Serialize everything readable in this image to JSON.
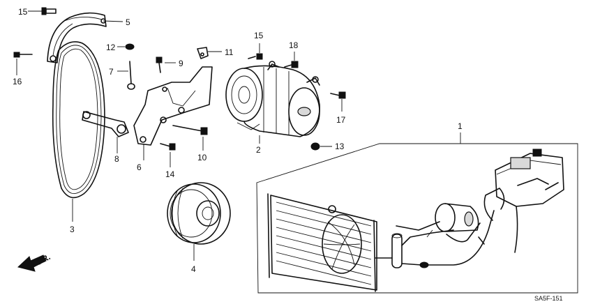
{
  "callouts": {
    "c1": "1",
    "c2": "2",
    "c3": "3",
    "c4": "4",
    "c5": "5",
    "c6": "6",
    "c7": "7",
    "c8": "8",
    "c9": "9",
    "c10": "10",
    "c11": "11",
    "c12": "12",
    "c13": "13",
    "c14": "14",
    "c15a": "15",
    "c15b": "15",
    "c16": "16",
    "c17": "17",
    "c18": "18"
  },
  "direction_label": "FR.",
  "diagram_code": "SA5F-151"
}
